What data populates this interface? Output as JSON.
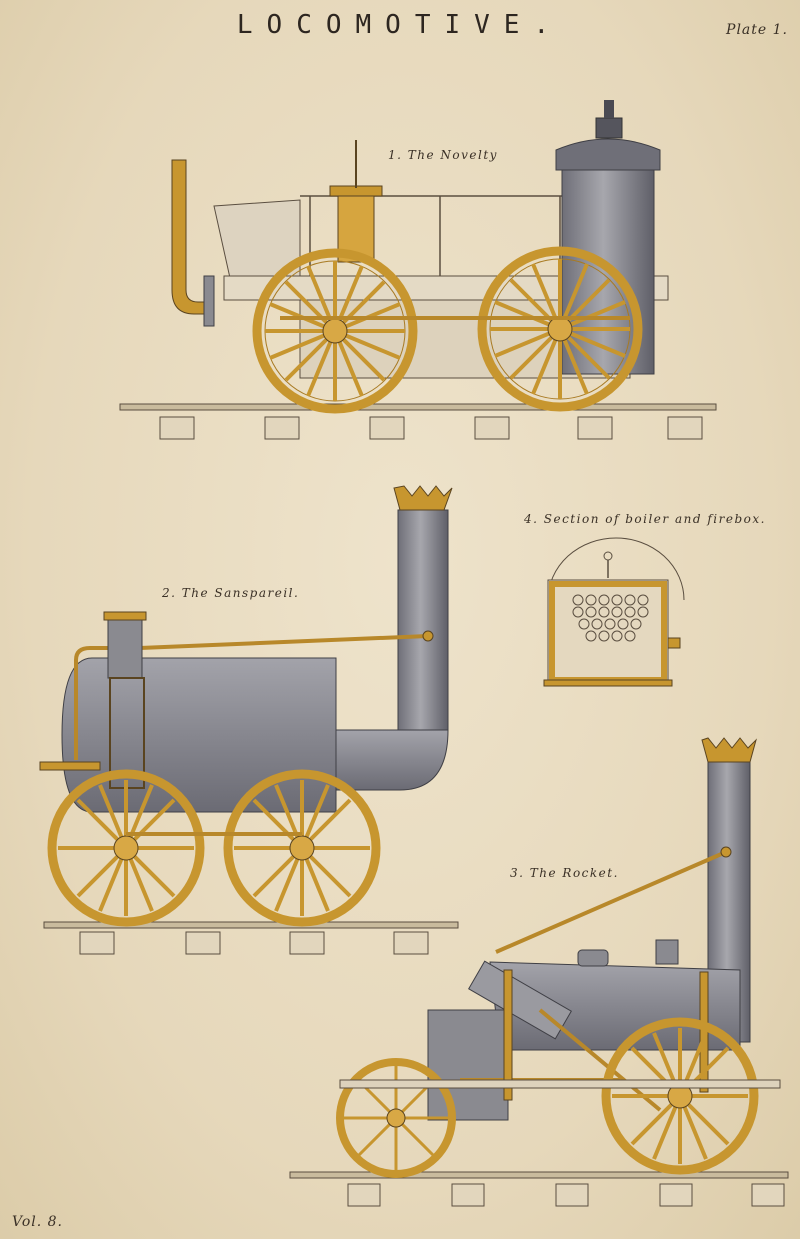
{
  "header": {
    "title": "LOCOMOTIVE.",
    "plate": "Plate 1."
  },
  "footer": {
    "volume": "Vol. 8."
  },
  "figures": [
    {
      "caption": "1. The Novelty"
    },
    {
      "caption": "2. The Sanspareil."
    },
    {
      "caption": "3. The Rocket."
    },
    {
      "caption": "4. Section of boiler and firebox."
    }
  ],
  "colors": {
    "paper": "#e9dcc1",
    "brass": "#d8a845",
    "iron": "#8a8a90",
    "ink": "#3a3026"
  }
}
